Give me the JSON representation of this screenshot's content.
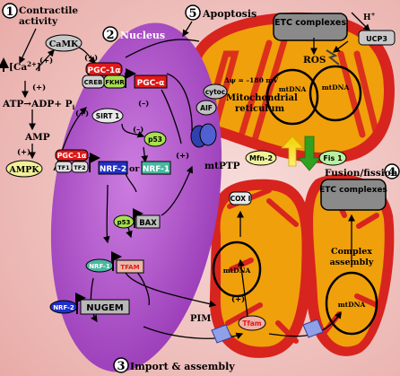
{
  "sections": {
    "s1": {
      "num": "1",
      "title_line1": "Contractile",
      "title_line2": "activity"
    },
    "s2": {
      "num": "2",
      "title": "Nucleus"
    },
    "s3": {
      "num": "3",
      "title": "Import & assembly"
    },
    "s4": {
      "num": "4",
      "title": "Fusion/fission"
    },
    "s5": {
      "num": "5",
      "title": "Apoptosis"
    }
  },
  "signaling": {
    "calcium": "[Ca",
    "calcium_sup": "2+",
    "calcium_close": "]",
    "camk": "CaMK",
    "atp_adp": "ATP→ADP+ P",
    "atp_adp_sub": "i",
    "amp": "AMP",
    "ampk": "AMPK",
    "plus": "(+)",
    "minus": "(–)"
  },
  "nucleus": {
    "pgc1a": "PGC-1α",
    "creb": "CREB",
    "fkhr": "FKHR",
    "pgc_alpha_gene": "PGC-α",
    "sirt1": "SIRT 1",
    "p53": "p53",
    "pgc1a_2": "PGC-1α",
    "tf1": "TF1",
    "tf2": "TF2",
    "nrf2": "NRF-2",
    "or": "or",
    "nrf1": "NRF-1",
    "p53_b": "p53",
    "bax": "BAX",
    "nrf1_b": "NRF-1",
    "tfam": "TFAM",
    "nrf2_b": "NRF-2",
    "nugem": "NUGEM"
  },
  "mitochondria": {
    "etc_top": "ETC complexes",
    "hplus": "H",
    "hplus_sup": "+",
    "ucp3": "UCP3",
    "ros": "ROS",
    "delta_psi": "Δψ = –180 mV",
    "mtdna1": "mtDNA",
    "mtdna2": "mtDNA",
    "reticulum_line1": "Mitochondrial",
    "reticulum_line2": "reticulum",
    "cytoc": "cytoc",
    "aif": "AIF",
    "mtptp": "mtPTP",
    "mfn2": "Mfn-2",
    "fis1": "Fis 1",
    "cox1": "COX I",
    "mtdna3": "mtDNA",
    "tfam_mito": "Tfam",
    "pim": "PIM",
    "etc_right": "ETC complexes",
    "complex_line1": "Complex",
    "complex_line2": "assembly",
    "mtdna4": "mtDNA"
  },
  "colors": {
    "background": "#f2c4c0",
    "nucleus": "#b85ed0",
    "mito_outer": "#d8241e",
    "mito_inner": "#f0a00a",
    "pgc_red": "#e01818",
    "nrf_blue": "#2030c8",
    "nrf1_teal": "#48b8a0",
    "p53_green": "#a8e050",
    "ampk_yellow": "#f0f098"
  }
}
